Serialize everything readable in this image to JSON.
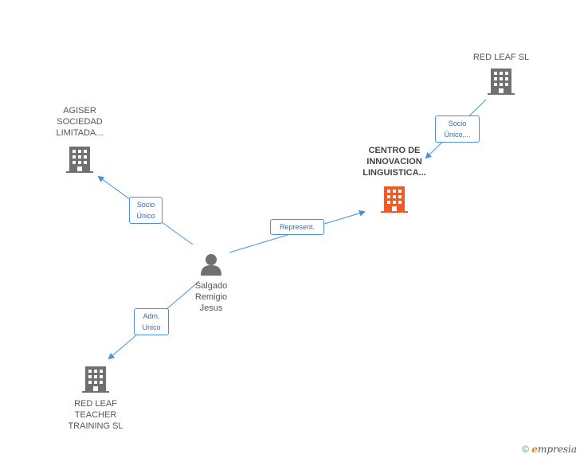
{
  "nodes": {
    "red_leaf_sl": {
      "label": "RED LEAF SL"
    },
    "agiser": {
      "label_lines": [
        "AGISER",
        "SOCIEDAD",
        "LIMITADA..."
      ]
    },
    "centro": {
      "label_lines": [
        "CENTRO DE",
        "INNOVACION",
        "LINGUISTICA..."
      ]
    },
    "person": {
      "label_lines": [
        "Salgado",
        "Remigio",
        "Jesus"
      ]
    },
    "red_leaf_teacher": {
      "label_lines": [
        "RED LEAF",
        "TEACHER",
        "TRAINING SL"
      ]
    }
  },
  "edges": {
    "socio_unico_redleaf": {
      "lines": [
        "Socio",
        "Único,..."
      ]
    },
    "socio_unico_agiser": {
      "lines": [
        "Socio",
        "Único"
      ]
    },
    "represent": {
      "lines": [
        "Represent."
      ]
    },
    "adm_unico": {
      "lines": [
        "Adm.",
        "Unico"
      ]
    }
  },
  "colors": {
    "main_company": "#f05a28",
    "company": "#707070",
    "edge": "#4a90d9"
  },
  "footer": {
    "copyright": "©",
    "brand_e": "e",
    "brand_rest": "mpresia"
  }
}
